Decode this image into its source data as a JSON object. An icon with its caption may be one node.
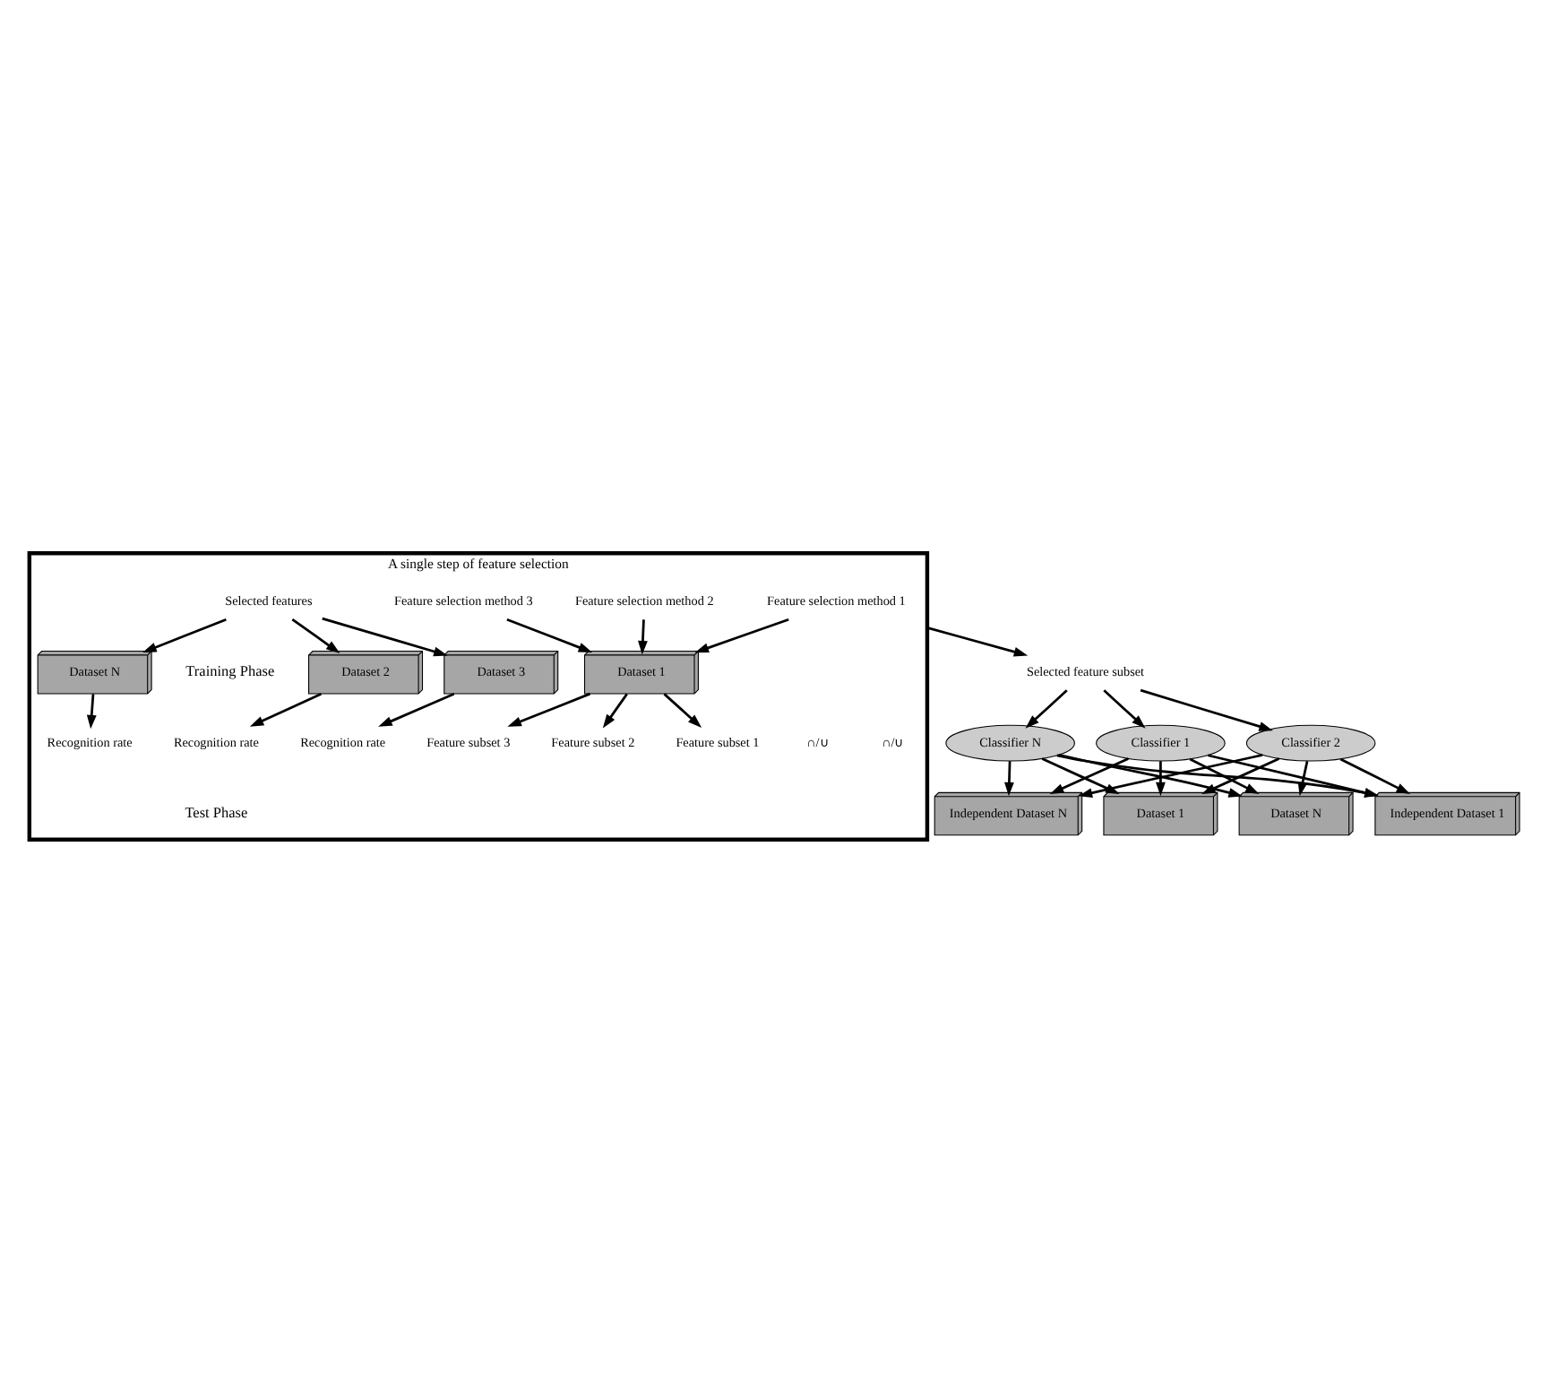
{
  "diagram": {
    "nodes": [
      {
        "text": [
          "A single step of feature selection"
        ]
      },
      {
        "text": [
          "Feature selection method 1"
        ],
        "in": 0
      },
      {
        "text": [
          "Feature selection method 2"
        ],
        "in": 0
      },
      {
        "text": [
          "Feature selection method 3"
        ],
        "in": 0
      },
      {
        "text": [
          "Dataset 1"
        ],
        "in": 0
      },
      {
        "text": [
          "Feature subset 1"
        ],
        "in": 0
      },
      {
        "text": [
          "Feature subset 2"
        ],
        "in": 0
      },
      {
        "text": [
          "Feature subset 3"
        ],
        "in": 0
      },
      {
        "text": [
          "Selected features"
        ],
        "in": 0
      },
      {
        "text": [
          "Dataset 2"
        ],
        "in": 0
      },
      {
        "text": [
          "Dataset 3"
        ],
        "in": 0
      },
      {
        "text": [
          "Dataset N"
        ],
        "in": 0
      },
      {
        "text": [
          "Recognition rate"
        ],
        "in": 0
      },
      {
        "text": [
          "Recognition rate"
        ],
        "in": 0
      },
      {
        "text": [
          "Recognition rate"
        ],
        "in": 0
      },
      {
        "text": [
          "Selected feature subset"
        ]
      },
      {
        "text": [
          "Classifier 1"
        ]
      },
      {
        "text": [
          "Classifier 2"
        ]
      },
      {
        "text": [
          "Classifier N"
        ]
      },
      {
        "text": [
          "Dataset 1"
        ]
      },
      {
        "text": [
          "Dataset N"
        ]
      },
      {
        "text": [
          "Independent Dataset 1"
        ]
      },
      {
        "text": [
          "Independent Dataset N"
        ]
      }
    ],
    "edges": [
      {
        "from": 1,
        "to": 4,
        "arrow": "to"
      },
      {
        "from": 2,
        "to": 4,
        "arrow": "to"
      },
      {
        "from": 3,
        "to": 4,
        "arrow": "to"
      },
      {
        "from": 4,
        "to": 5,
        "arrow": "to"
      },
      {
        "from": 4,
        "to": 6,
        "arrow": "to"
      },
      {
        "from": 4,
        "to": 7,
        "arrow": "to"
      },
      {
        "from": 8,
        "to": 9,
        "arrow": "to"
      },
      {
        "from": 8,
        "to": 10,
        "arrow": "to"
      },
      {
        "from": 8,
        "to": 11,
        "arrow": "to"
      },
      {
        "from": 9,
        "to": 12,
        "arrow": "to"
      },
      {
        "from": 10,
        "to": 13,
        "arrow": "to"
      },
      {
        "from": 11,
        "to": 14,
        "arrow": "to"
      },
      {
        "from": 0,
        "to": 15,
        "arrow": "to"
      },
      {
        "from": 15,
        "to": 16,
        "arrow": "to"
      },
      {
        "from": 15,
        "to": 17,
        "arrow": "to"
      },
      {
        "from": 15,
        "to": 18,
        "arrow": "to"
      },
      {
        "from": 16,
        "to": 19,
        "arrow": "to"
      },
      {
        "from": 16,
        "to": 20,
        "arrow": "to"
      },
      {
        "from": 16,
        "to": 21,
        "arrow": "to"
      },
      {
        "from": 16,
        "to": 22,
        "arrow": "to"
      },
      {
        "from": 17,
        "to": 19,
        "arrow": "to"
      },
      {
        "from": 17,
        "to": 20,
        "arrow": "to"
      },
      {
        "from": 17,
        "to": 21,
        "arrow": "to"
      },
      {
        "from": 17,
        "to": 22,
        "arrow": "to"
      },
      {
        "from": 18,
        "to": 19,
        "arrow": "to"
      },
      {
        "from": 18,
        "to": 20,
        "arrow": "to"
      },
      {
        "from": 18,
        "to": 21,
        "arrow": "to"
      },
      {
        "from": 18,
        "to": 22,
        "arrow": "to"
      }
    ],
    "labels": [
      "∩/∪",
      "∩/∪",
      "Training Phase",
      "Test Phase"
    ]
  }
}
